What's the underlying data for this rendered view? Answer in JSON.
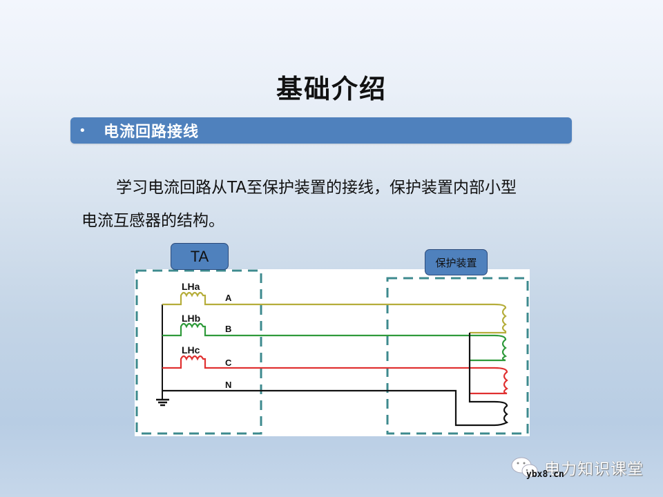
{
  "slide": {
    "title": "基础介绍",
    "section": {
      "bullet": "•",
      "label": "电流回路接线"
    },
    "body": {
      "line1": "学习电流回路从TA至保护装置的接线，保护装置内部小型",
      "line2": "电流互感器的结构。"
    }
  },
  "diagram": {
    "ta_tag": "TA",
    "protection_tag": "保护装置",
    "ct_labels": [
      "LHa",
      "LHb",
      "LHc"
    ],
    "phase_labels": [
      "A",
      "B",
      "C",
      "N"
    ],
    "colors": {
      "phase_a": "#b5ad3a",
      "phase_b": "#2e9a3a",
      "phase_c": "#e03030",
      "neutral": "#111111",
      "dashed_box": "#3d8a8e",
      "tag_fill": "#4f81bd",
      "section_bar": "#4f81bd"
    }
  },
  "watermark": {
    "brand": "电力知识课堂",
    "url": "ybx8.cn",
    "icon": "wechat-icon"
  }
}
